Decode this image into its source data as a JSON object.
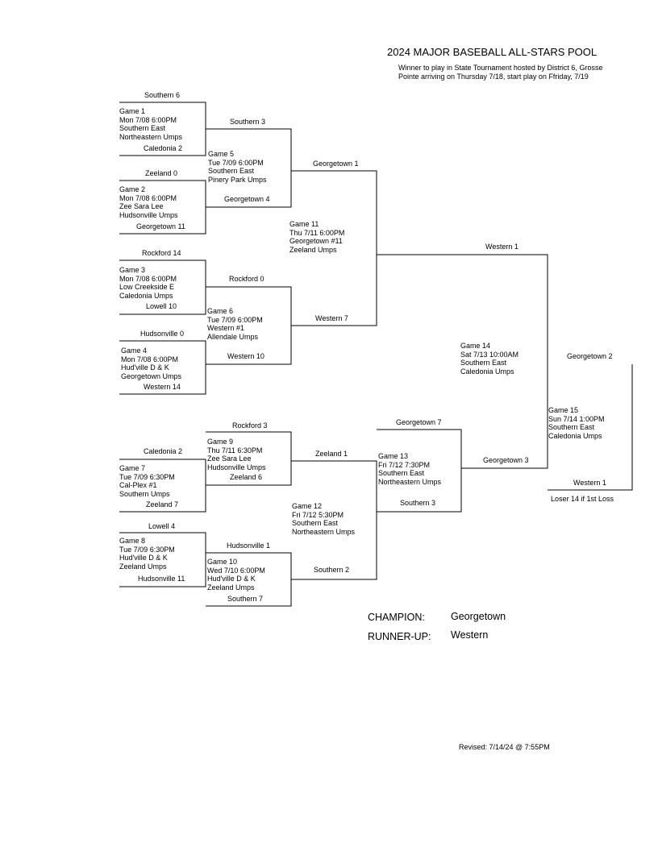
{
  "header": {
    "title": "2024 MAJOR BASEBALL ALL-STARS POOL",
    "note": "Winner to play in State Tournament hosted by District 6, Grosse Pointe arriving on Thursday 7/18, start play on Ffriday, 7/19"
  },
  "teams": {
    "t_southern6": "Southern  6",
    "t_caledonia2a": "Caledonia  2",
    "t_zeeland0": "Zeeland  0",
    "t_georgetown11": "Georgetown  11",
    "t_rockford14": "Rockford  14",
    "t_lowell10": "Lowell  10",
    "t_hudsonville0": "Hudsonville  0",
    "t_western14": "Western  14",
    "t_southern3a": "Southern  3",
    "t_georgetown4": "Georgetown  4",
    "t_rockford0": "Rockford  0",
    "t_western10": "Western  10",
    "t_georgetown1": "Georgetown  1",
    "t_western7": "Western  7",
    "t_western1a": "Western  1",
    "t_georgetown2": "Georgetown  2",
    "t_caledonia2b": "Caledonia  2",
    "t_zeeland7": "Zeeland  7",
    "t_lowell4": "Lowell  4",
    "t_hudsonville11": "Hudsonville  11",
    "t_rockford3": "Rockford  3",
    "t_zeeland6": "Zeeland  6",
    "t_hudsonville1": "Hudsonville  1",
    "t_southern7": "Southern  7",
    "t_zeeland1": "Zeeland  1",
    "t_southern2": "Southern  2",
    "t_georgetown7": "Georgetown  7",
    "t_southern3b": "Southern  3",
    "t_georgetown3": "Georgetown  3",
    "t_western1b": "Western  1",
    "t_loser14": "Loser 14 if 1st Loss"
  },
  "games": {
    "g1": [
      "Game 1",
      "Mon  7/08  6:00PM",
      "Southern East",
      "Northeastern Umps"
    ],
    "g2": [
      "Game 2",
      "Mon  7/08  6:00PM",
      "Zee Sara Lee",
      "Hudsonville Umps"
    ],
    "g3": [
      "Game 3",
      "Mon  7/08  6:00PM",
      "Low Creekside E",
      "Caledonia Umps"
    ],
    "g4": [
      "Game 4",
      "Mon  7/08  6:00PM",
      "Hud'ville D & K",
      "Georgetown Umps"
    ],
    "g5": [
      "Game 5",
      "Tue  7/09  6:00PM",
      "Southern East",
      "Pinery Park Umps"
    ],
    "g6": [
      "Game 6",
      "Tue  7/09  6:00PM",
      "Western #1",
      "Allendale Umps"
    ],
    "g7": [
      "Game 7",
      "Tue  7/09  6:30PM",
      "Cal-Plex #1",
      "Southern Umps"
    ],
    "g8": [
      "Game 8",
      "Tue  7/09  6:30PM",
      "Hud'ville D & K",
      "Zeeland Umps"
    ],
    "g9": [
      "Game 9",
      "Thu  7/11  6:30PM",
      "Zee Sara Lee",
      "Hudsonville Umps"
    ],
    "g10": [
      "Game 10",
      "Wed  7/10  6:00PM",
      "Hud'ville D & K",
      "Zeeland Umps"
    ],
    "g11": [
      "Game 11",
      "Thu  7/11  6:00PM",
      "Georgetown #11",
      "Zeeland Umps"
    ],
    "g12": [
      "Game 12",
      "Fri  7/12  5:30PM",
      "Southern East",
      "Northeastern Umps"
    ],
    "g13": [
      "Game 13",
      "Fri  7/12  7:30PM",
      "Southern East",
      "Northeastern Umps"
    ],
    "g14": [
      "Game 14",
      "Sat  7/13 10:00AM",
      "Southern East",
      "Caledonia Umps"
    ],
    "g15": [
      "Game 15",
      "Sun  7/14  1:00PM",
      "Southern East",
      "Caledonia Umps"
    ]
  },
  "results": {
    "champion_label": "CHAMPION:",
    "champion_value": "Georgetown",
    "runnerup_label": "RUNNER-UP:",
    "runnerup_value": "Western"
  },
  "footer": {
    "revised": "Revised:  7/14/24 @  7:55PM"
  }
}
